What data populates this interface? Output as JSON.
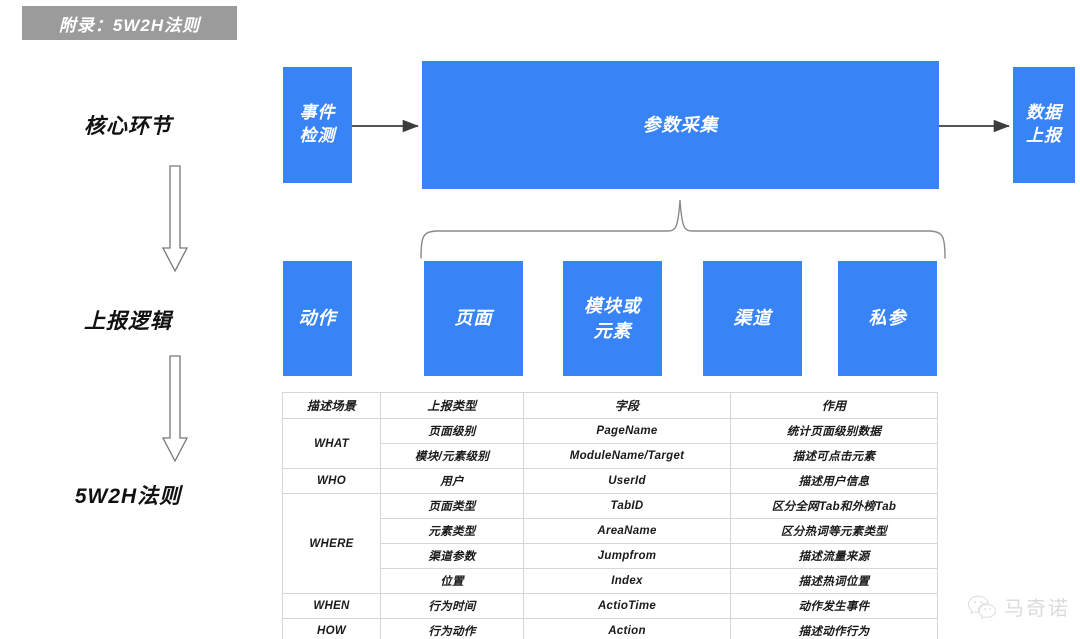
{
  "banner": {
    "title": "附录：5W2H法则"
  },
  "stages": [
    {
      "key": "core",
      "label": "核心环节"
    },
    {
      "key": "logic",
      "label": "上报逻辑"
    },
    {
      "key": "rule",
      "label": "5W2H法则"
    }
  ],
  "flow": {
    "top_row": [
      {
        "key": "event",
        "label": "事件\n检测",
        "line1": "事件",
        "line2": "检测"
      },
      {
        "key": "param",
        "label": "参数采集",
        "line1": "参数采集",
        "line2": ""
      },
      {
        "key": "report",
        "label": "数据\n上报",
        "line1": "数据",
        "line2": "上报"
      }
    ],
    "mid_row": [
      {
        "key": "action",
        "line1": "动作",
        "line2": ""
      },
      {
        "key": "page",
        "line1": "页面",
        "line2": ""
      },
      {
        "key": "module",
        "line1": "模块或",
        "line2": "元素"
      },
      {
        "key": "channel",
        "line1": "渠道",
        "line2": ""
      },
      {
        "key": "private",
        "line1": "私参",
        "line2": ""
      }
    ]
  },
  "table": {
    "headers": [
      "描述场景",
      "上报类型",
      "字段",
      "作用"
    ],
    "rows": [
      {
        "scene": "WHAT",
        "scene_span": 2,
        "type": "页面级别",
        "field": "PageName",
        "use": "统计页面级别数据"
      },
      {
        "scene": null,
        "scene_span": 0,
        "type": "模块/元素级别",
        "field": "ModuleName/Target",
        "use": "描述可点击元素"
      },
      {
        "scene": "WHO",
        "scene_span": 1,
        "type": "用户",
        "field": "UserId",
        "use": "描述用户信息"
      },
      {
        "scene": "WHERE",
        "scene_span": 4,
        "type": "页面类型",
        "field": "TabID",
        "use": "区分全网Tab和外榜Tab"
      },
      {
        "scene": null,
        "scene_span": 0,
        "type": "元素类型",
        "field": "AreaName",
        "use": "区分热词等元素类型"
      },
      {
        "scene": null,
        "scene_span": 0,
        "type": "渠道参数",
        "field": "Jumpfrom",
        "use": "描述流量来源"
      },
      {
        "scene": null,
        "scene_span": 0,
        "type": "位置",
        "field": "Index",
        "use": "描述热词位置"
      },
      {
        "scene": "WHEN",
        "scene_span": 1,
        "type": "行为时间",
        "field": "ActioTime",
        "use": "动作发生事件"
      },
      {
        "scene": "HOW",
        "scene_span": 1,
        "type": "行为动作",
        "field": "Action",
        "use": "描述动作行为"
      }
    ]
  },
  "watermark": {
    "name": "马奇诺",
    "icon": "wechat-icon"
  },
  "colors": {
    "box_blue": "#3883f6",
    "banner_gray": "#9b9b9b",
    "arrow_gray": "#555555",
    "table_border": "#d6d6d6",
    "watermark_gray": "#8a8a8a"
  }
}
